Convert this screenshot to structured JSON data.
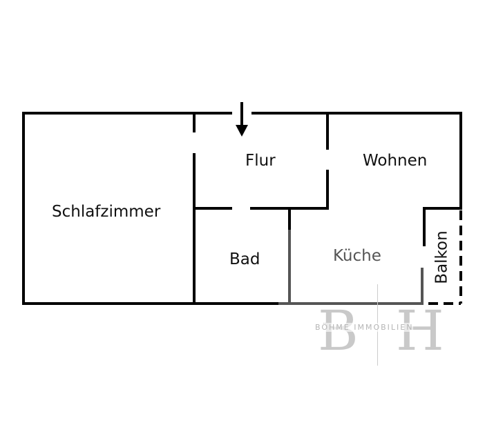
{
  "rooms": {
    "schlafzimmer": "Schlafzimmer",
    "flur": "Flur",
    "wohnen": "Wohnen",
    "bad": "Bad",
    "kueche": "Küche",
    "balkon": "Balkon"
  },
  "watermark": {
    "letter_left": "B",
    "letter_right": "H",
    "company": "BÖHME IMMOBILIEN"
  },
  "colors": {
    "wall": "#000000",
    "inner_wall": "#555555",
    "watermark": "#c9c9c9"
  }
}
